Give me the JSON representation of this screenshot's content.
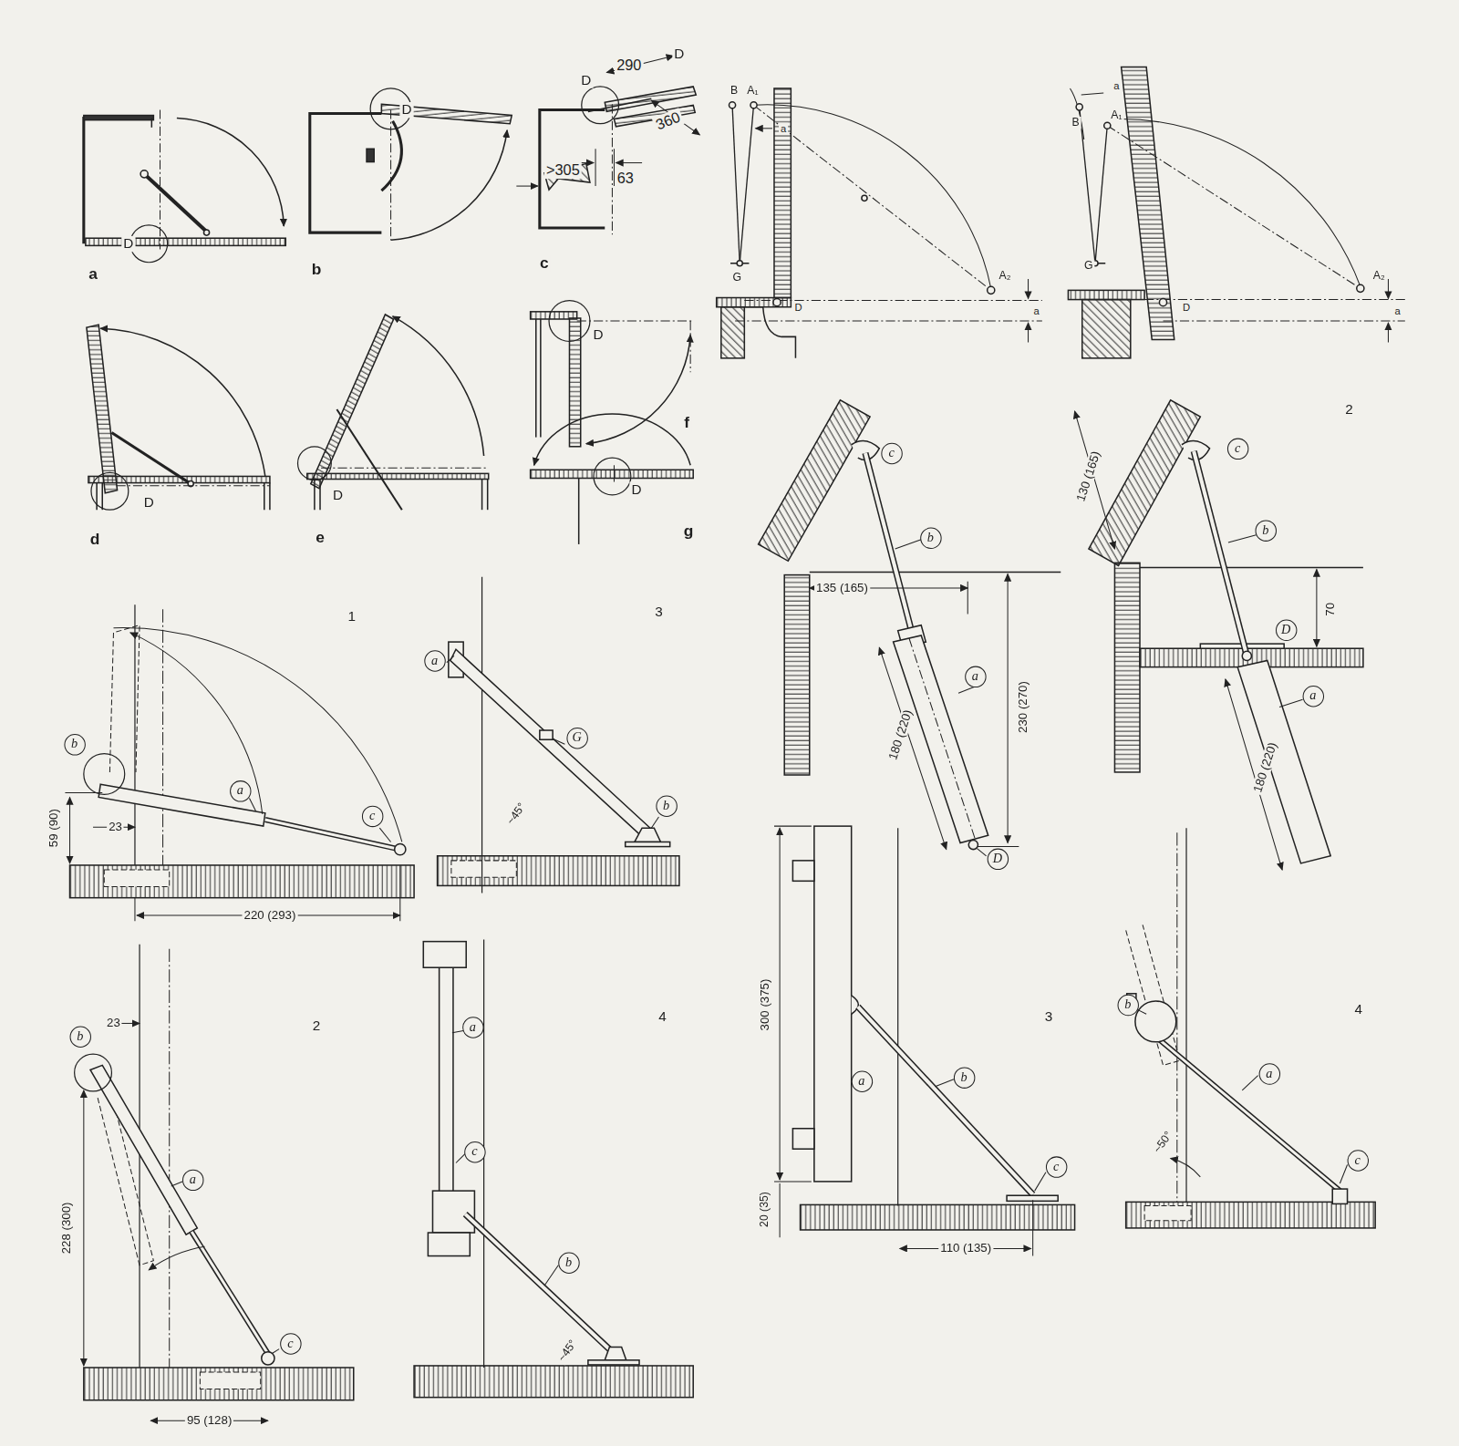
{
  "diagram": {
    "nodes": [
      {
        "text": [
          "c"
        ]
      },
      {
        "text": [
          "b"
        ]
      },
      {
        "text": [
          "a"
        ]
      },
      {
        "text": [
          "D"
        ]
      },
      {
        "text": [
          "c"
        ]
      },
      {
        "text": [
          "b"
        ]
      },
      {
        "text": [
          "D"
        ]
      },
      {
        "text": [
          "a"
        ]
      },
      {
        "text": [
          "b"
        ]
      },
      {
        "text": [
          "a"
        ]
      },
      {
        "text": [
          "c"
        ]
      },
      {
        "text": [
          "a"
        ]
      },
      {
        "text": [
          "G"
        ]
      },
      {
        "text": [
          "b"
        ]
      },
      {
        "text": [
          "b"
        ]
      },
      {
        "text": [
          "a"
        ]
      },
      {
        "text": [
          "c"
        ]
      },
      {
        "text": [
          "a"
        ]
      },
      {
        "text": [
          "c"
        ]
      },
      {
        "text": [
          "b"
        ]
      },
      {
        "text": [
          "a"
        ]
      },
      {
        "text": [
          "b"
        ]
      },
      {
        "text": [
          "c"
        ]
      },
      {
        "text": [
          "b"
        ]
      },
      {
        "text": [
          "a"
        ]
      },
      {
        "text": [
          "c"
        ]
      }
    ],
    "edges": [],
    "labels": [
      "a",
      "D",
      "b",
      "D",
      "290",
      "D",
      "D",
      "360",
      ">305",
      "63",
      "c",
      "d",
      "D",
      "e",
      "D",
      "D",
      "f",
      "D",
      "g",
      "B",
      "A₁",
      "a",
      "G",
      "D",
      "A₂",
      "a",
      "B",
      "a",
      "A₁",
      "G",
      "D",
      "A₂",
      "a",
      "2",
      "135 (165)",
      "180 (220)",
      "230 (270)",
      "130 (165)",
      "70",
      "180 (220)",
      "1",
      "59 (90)",
      "23",
      "220 (293)",
      "3",
      "~45°",
      "2",
      "23",
      "228 (300)",
      "95 (128)",
      "4",
      "~45°",
      "3",
      "300 (375)",
      "20 (35)",
      "110 (135)",
      "4",
      "~50°"
    ]
  }
}
